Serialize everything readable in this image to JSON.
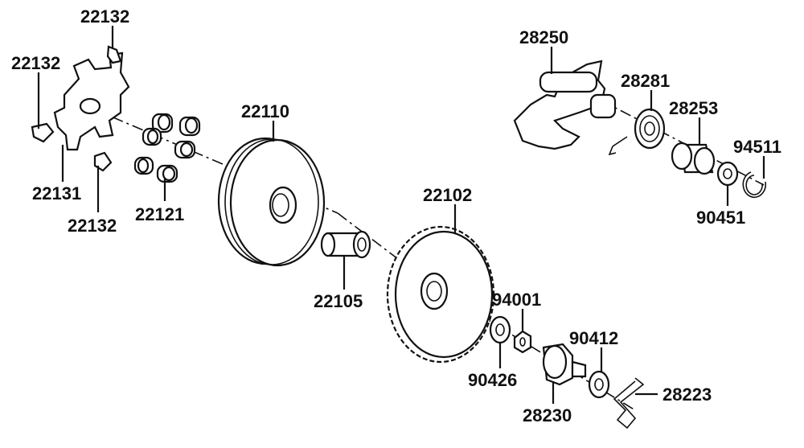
{
  "diagram": {
    "callouts": [
      {
        "id": "c1",
        "number": "22132"
      },
      {
        "id": "c2",
        "number": "22132"
      },
      {
        "id": "c3",
        "number": "22131"
      },
      {
        "id": "c4",
        "number": "22132"
      },
      {
        "id": "c5",
        "number": "22121"
      },
      {
        "id": "c6",
        "number": "22110"
      },
      {
        "id": "c7",
        "number": "22105"
      },
      {
        "id": "c8",
        "number": "22102"
      },
      {
        "id": "c9",
        "number": "94001"
      },
      {
        "id": "c10",
        "number": "90426"
      },
      {
        "id": "c11",
        "number": "90412"
      },
      {
        "id": "c12",
        "number": "28230"
      },
      {
        "id": "c13",
        "number": "28223"
      },
      {
        "id": "c14",
        "number": "28250"
      },
      {
        "id": "c15",
        "number": "28281"
      },
      {
        "id": "c16",
        "number": "28253"
      },
      {
        "id": "c17",
        "number": "94511"
      },
      {
        "id": "c18",
        "number": "90451"
      }
    ]
  }
}
